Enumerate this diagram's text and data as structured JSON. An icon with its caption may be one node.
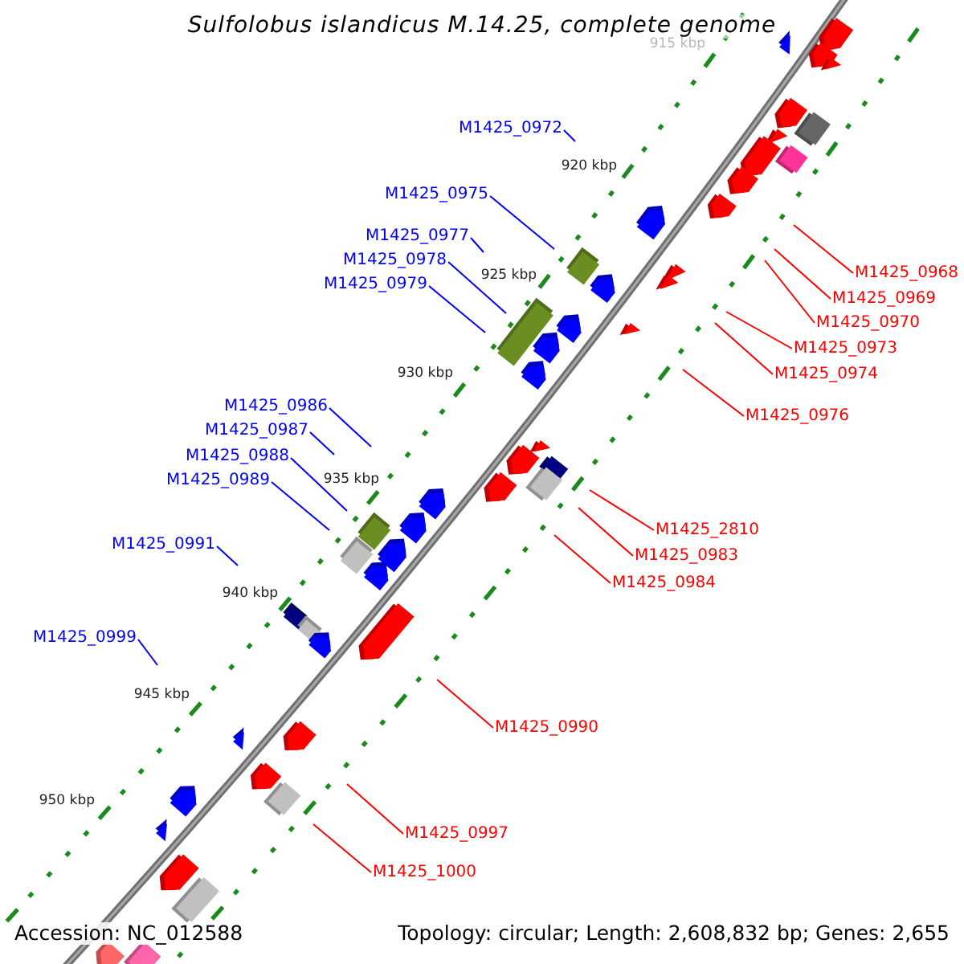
{
  "diagram": {
    "title": "Sulfolobus islandicus M.14.25, complete genome",
    "nodes": [
      {
        "text": [
          "M1425_0972"
        ]
      },
      {
        "text": [
          "M1425_0975"
        ]
      },
      {
        "text": [
          "M1425_0977"
        ]
      },
      {
        "text": [
          "M1425_0978"
        ]
      },
      {
        "text": [
          "M1425_0968"
        ]
      },
      {
        "text": [
          "M1425_0979"
        ]
      },
      {
        "text": [
          "M1425_0969"
        ]
      },
      {
        "text": [
          "M1425_0970"
        ]
      },
      {
        "text": [
          "M1425_0973"
        ]
      },
      {
        "text": [
          "M1425_0974"
        ]
      },
      {
        "text": [
          "M1425_0986"
        ]
      },
      {
        "text": [
          "M1425_0976"
        ]
      },
      {
        "text": [
          "M1425_0987"
        ]
      },
      {
        "text": [
          "M1425_0988"
        ]
      },
      {
        "text": [
          "M1425_0989"
        ]
      },
      {
        "text": [
          "M1425_2810"
        ]
      },
      {
        "text": [
          "M1425_0991"
        ]
      },
      {
        "text": [
          "M1425_0983"
        ]
      },
      {
        "text": [
          "M1425_0984"
        ]
      },
      {
        "text": [
          "M1425_0999"
        ]
      },
      {
        "text": [
          "M1425_0990"
        ]
      },
      {
        "text": [
          "M1425_0997"
        ]
      },
      {
        "text": [
          "M1425_1000"
        ]
      }
    ],
    "edges": [
      {
        "from": 0,
        "to": null,
        "arrow": "none",
        "color": "#0000ff"
      },
      {
        "from": 1,
        "to": null,
        "arrow": "none",
        "color": "#0000ff"
      },
      {
        "from": 2,
        "to": null,
        "arrow": "none",
        "color": "#0000ff"
      },
      {
        "from": 3,
        "to": null,
        "arrow": "none",
        "color": "#0000ff"
      },
      {
        "from": 4,
        "to": null,
        "arrow": "none"
      },
      {
        "from": 5,
        "to": null,
        "arrow": "none",
        "color": "#0000ff"
      },
      {
        "from": 6,
        "to": null,
        "arrow": "none"
      },
      {
        "from": 7,
        "to": null,
        "arrow": "none"
      },
      {
        "from": 8,
        "to": null,
        "arrow": "none"
      },
      {
        "from": 9,
        "to": null,
        "arrow": "none"
      },
      {
        "from": 10,
        "to": null,
        "arrow": "none",
        "color": "#0000ff"
      },
      {
        "from": 11,
        "to": null,
        "arrow": "none"
      },
      {
        "from": 12,
        "to": null,
        "arrow": "none",
        "color": "#0000ff"
      },
      {
        "from": 13,
        "to": null,
        "arrow": "none",
        "color": "#0000ff"
      },
      {
        "from": 14,
        "to": null,
        "arrow": "none",
        "color": "#0000ff"
      },
      {
        "from": 15,
        "to": null,
        "arrow": "none"
      },
      {
        "from": 16,
        "to": null,
        "arrow": "none",
        "color": "#0000ff"
      },
      {
        "from": 17,
        "to": null,
        "arrow": "none"
      },
      {
        "from": 18,
        "to": null,
        "arrow": "none"
      },
      {
        "from": 19,
        "to": null,
        "arrow": "none",
        "color": "#0000ff"
      },
      {
        "from": 20,
        "to": null,
        "arrow": "none"
      },
      {
        "from": 21,
        "to": null,
        "arrow": "none"
      },
      {
        "from": 22,
        "to": null,
        "arrow": "none"
      }
    ],
    "labels": [
      "915 kbp",
      "920 kbp",
      "925 kbp",
      "930 kbp",
      "935 kbp",
      "940 kbp",
      "945 kbp",
      "950 kbp",
      "Accession: NC_012588",
      "Topology: circular; Length: 2,608,832 bp; Genes: 2,655"
    ]
  }
}
